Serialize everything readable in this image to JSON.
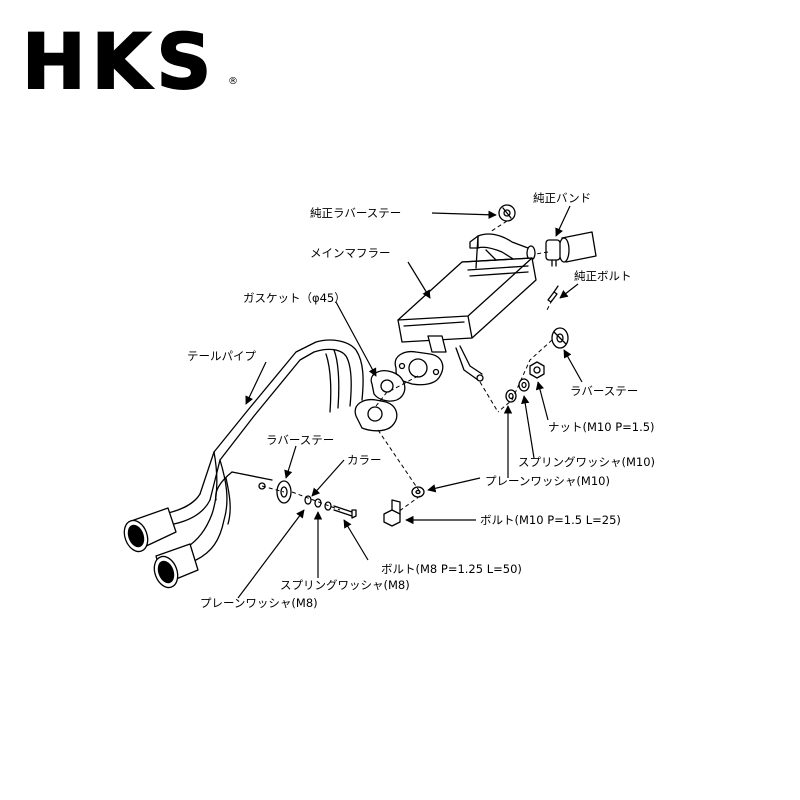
{
  "logo": {
    "text": "HKS",
    "mark": "®"
  },
  "labels": {
    "stock_rubber_stay": "純正ラバーステー",
    "stock_band": "純正バンド",
    "main_muffler": "メインマフラー",
    "stock_bolt": "純正ボルト",
    "gasket": "ガスケット（φ45）",
    "tail_pipe": "テールパイプ",
    "rubber_stay_right": "ラバーステー",
    "nut_m10": "ナット(M10 P=1.5)",
    "rubber_stay_left": "ラバーステー",
    "collar": "カラー",
    "spring_washer_m10": "スプリングワッシャ(M10)",
    "plain_washer_m10": "プレーンワッシャ(M10)",
    "bolt_m10": "ボルト(M10 P=1.5 L=25)",
    "bolt_m8": "ボルト(M8 P=1.25 L=50)",
    "spring_washer_m8": "スプリングワッシャ(M8)",
    "plain_washer_m8": "プレーンワッシャ(M8)"
  }
}
